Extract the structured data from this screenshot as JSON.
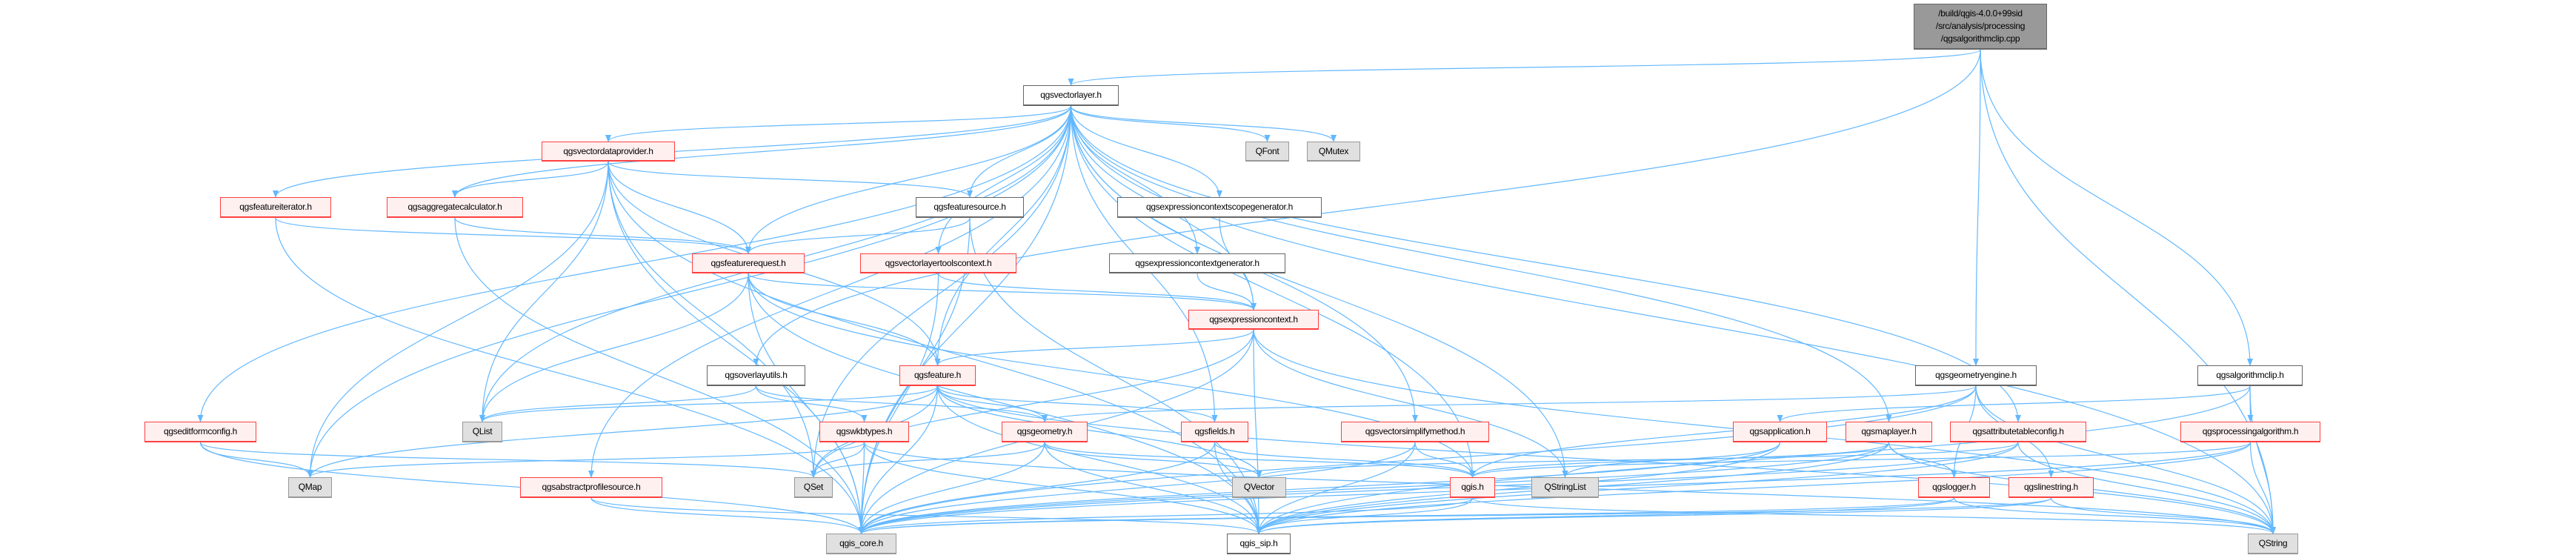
{
  "title": "/build/qgis-4.0.0+99sid/src/analysis/processing/qgsalgorithmclip.cpp",
  "colors": {
    "edge": "#63b8ff",
    "red_border": "#ff4040",
    "red_fill": "#fff0f0",
    "external_fill": "#e0e0e0",
    "root_fill": "#999999"
  },
  "nodes": [
    {
      "id": "root",
      "label": "/build/qgis-4.0.0+99sid\n/src/analysis/processing\n/qgsalgorithmclip.cpp",
      "kind": "root"
    },
    {
      "id": "qgsvectorlayer",
      "label": "qgsvectorlayer.h",
      "kind": "normal"
    },
    {
      "id": "qgsvectordataprovider",
      "label": "qgsvectordataprovider.h",
      "kind": "red"
    },
    {
      "id": "QFont",
      "label": "QFont",
      "kind": "ext"
    },
    {
      "id": "QMutex",
      "label": "QMutex",
      "kind": "ext"
    },
    {
      "id": "qgsfeatureiterator",
      "label": "qgsfeatureiterator.h",
      "kind": "red"
    },
    {
      "id": "qgsaggregatecalculator",
      "label": "qgsaggregatecalculator.h",
      "kind": "red"
    },
    {
      "id": "qgsfeaturesource",
      "label": "qgsfeaturesource.h",
      "kind": "normal"
    },
    {
      "id": "qgsexpressioncontextscopegenerator",
      "label": "qgsexpressioncontextscopegenerator.h",
      "kind": "normal"
    },
    {
      "id": "qgsfeaturerequest",
      "label": "qgsfeaturerequest.h",
      "kind": "red"
    },
    {
      "id": "qgsvectorlayertoolscontext",
      "label": "qgsvectorlayertoolscontext.h",
      "kind": "red"
    },
    {
      "id": "qgsexpressioncontextgenerator",
      "label": "qgsexpressioncontextgenerator.h",
      "kind": "normal"
    },
    {
      "id": "qgsexpressioncontext",
      "label": "qgsexpressioncontext.h",
      "kind": "red"
    },
    {
      "id": "qgsoverlayutils",
      "label": "qgsoverlayutils.h",
      "kind": "normal"
    },
    {
      "id": "qgsfeature",
      "label": "qgsfeature.h",
      "kind": "red"
    },
    {
      "id": "qgsgeometryengine",
      "label": "qgsgeometryengine.h",
      "kind": "normal"
    },
    {
      "id": "qgsalgorithmclip",
      "label": "qgsalgorithmclip.h",
      "kind": "normal"
    },
    {
      "id": "qgseditformconfig",
      "label": "qgseditformconfig.h",
      "kind": "red"
    },
    {
      "id": "QList",
      "label": "QList",
      "kind": "ext"
    },
    {
      "id": "qgswkbtypes",
      "label": "qgswkbtypes.h",
      "kind": "red"
    },
    {
      "id": "qgsgeometry",
      "label": "qgsgeometry.h",
      "kind": "red"
    },
    {
      "id": "qgsfields",
      "label": "qgsfields.h",
      "kind": "red"
    },
    {
      "id": "qgsvectorsimplifymethod",
      "label": "qgsvectorsimplifymethod.h",
      "kind": "red"
    },
    {
      "id": "qgsapplication",
      "label": "qgsapplication.h",
      "kind": "red"
    },
    {
      "id": "qgsmaplayer",
      "label": "qgsmaplayer.h",
      "kind": "red"
    },
    {
      "id": "qgsattributetableconfig",
      "label": "qgsattributetableconfig.h",
      "kind": "red"
    },
    {
      "id": "qgsprocessingalgorithm",
      "label": "qgsprocessingalgorithm.h",
      "kind": "red"
    },
    {
      "id": "QMap",
      "label": "QMap",
      "kind": "ext"
    },
    {
      "id": "qgsabstractprofilesource",
      "label": "qgsabstractprofilesource.h",
      "kind": "red"
    },
    {
      "id": "QSet",
      "label": "QSet",
      "kind": "ext"
    },
    {
      "id": "QVector",
      "label": "QVector",
      "kind": "ext"
    },
    {
      "id": "qgis",
      "label": "qgis.h",
      "kind": "red"
    },
    {
      "id": "QStringList",
      "label": "QStringList",
      "kind": "ext"
    },
    {
      "id": "qgslogger",
      "label": "qgslogger.h",
      "kind": "red"
    },
    {
      "id": "qgslinestring",
      "label": "qgslinestring.h",
      "kind": "red"
    },
    {
      "id": "qgis_core",
      "label": "qgis_core.h",
      "kind": "ext"
    },
    {
      "id": "qgis_sip",
      "label": "qgis_sip.h",
      "kind": "normal"
    },
    {
      "id": "QString",
      "label": "QString",
      "kind": "ext"
    }
  ],
  "edges": [
    [
      "root",
      "qgsvectorlayer"
    ],
    [
      "root",
      "qgsoverlayutils"
    ],
    [
      "root",
      "qgsgeometryengine"
    ],
    [
      "root",
      "qgsalgorithmclip"
    ],
    [
      "root",
      "QString"
    ],
    [
      "qgsvectorlayer",
      "qgsvectordataprovider"
    ],
    [
      "qgsvectorlayer",
      "QFont"
    ],
    [
      "qgsvectorlayer",
      "QMutex"
    ],
    [
      "qgsvectorlayer",
      "qgsfeatureiterator"
    ],
    [
      "qgsvectorlayer",
      "qgsaggregatecalculator"
    ],
    [
      "qgsvectorlayer",
      "qgsfeaturesource"
    ],
    [
      "qgsvectorlayer",
      "qgsexpressioncontextscopegenerator"
    ],
    [
      "qgsvectorlayer",
      "qgsfeaturerequest"
    ],
    [
      "qgsvectorlayer",
      "qgsvectorlayertoolscontext"
    ],
    [
      "qgsvectorlayer",
      "qgsexpressioncontextgenerator"
    ],
    [
      "qgsvectorlayer",
      "qgsexpressioncontext"
    ],
    [
      "qgsvectorlayer",
      "qgsfeature"
    ],
    [
      "qgsvectorlayer",
      "qgseditformconfig"
    ],
    [
      "qgsvectorlayer",
      "QList"
    ],
    [
      "qgsvectorlayer",
      "qgsfields"
    ],
    [
      "qgsvectorlayer",
      "qgsvectorsimplifymethod"
    ],
    [
      "qgsvectorlayer",
      "qgsmaplayer"
    ],
    [
      "qgsvectorlayer",
      "qgsattributetableconfig"
    ],
    [
      "qgsvectorlayer",
      "QMap"
    ],
    [
      "qgsvectorlayer",
      "qgsabstractprofilesource"
    ],
    [
      "qgsvectorlayer",
      "QSet"
    ],
    [
      "qgsvectorlayer",
      "qgis"
    ],
    [
      "qgsvectorlayer",
      "QStringList"
    ],
    [
      "qgsvectorlayer",
      "qgis_core"
    ],
    [
      "qgsvectorlayer",
      "QString"
    ],
    [
      "qgsvectordataprovider",
      "qgsaggregatecalculator"
    ],
    [
      "qgsvectordataprovider",
      "qgsfeaturesource"
    ],
    [
      "qgsvectordataprovider",
      "qgsfeaturerequest"
    ],
    [
      "qgsvectordataprovider",
      "qgsfeature"
    ],
    [
      "qgsvectordataprovider",
      "QList"
    ],
    [
      "qgsvectordataprovider",
      "QMap"
    ],
    [
      "qgsvectordataprovider",
      "QSet"
    ],
    [
      "qgsvectordataprovider",
      "qgis_core"
    ],
    [
      "qgsvectordataprovider",
      "qgis_sip"
    ],
    [
      "qgsfeatureiterator",
      "qgsfeaturerequest"
    ],
    [
      "qgsfeatureiterator",
      "qgis_core"
    ],
    [
      "qgsaggregatecalculator",
      "qgsfeaturerequest"
    ],
    [
      "qgsaggregatecalculator",
      "qgis_core"
    ],
    [
      "qgsfeaturesource",
      "qgsfeaturerequest"
    ],
    [
      "qgsfeaturesource",
      "qgis_core"
    ],
    [
      "qgsfeaturesource",
      "qgis_sip"
    ],
    [
      "qgsexpressioncontextscopegenerator",
      "qgsexpressioncontext"
    ],
    [
      "qgsexpressioncontextgenerator",
      "qgsexpressioncontext"
    ],
    [
      "qgsvectorlayertoolscontext",
      "qgsexpressioncontext"
    ],
    [
      "qgsvectorlayertoolscontext",
      "qgis_core"
    ],
    [
      "qgsfeaturerequest",
      "qgsfeature"
    ],
    [
      "qgsfeaturerequest",
      "qgsexpressioncontext"
    ],
    [
      "qgsfeaturerequest",
      "QList"
    ],
    [
      "qgsfeaturerequest",
      "qgis"
    ],
    [
      "qgsfeaturerequest",
      "qgis_core"
    ],
    [
      "qgsfeaturerequest",
      "qgis_sip"
    ],
    [
      "qgsexpressioncontext",
      "qgsfeature"
    ],
    [
      "qgsexpressioncontext",
      "QStringList"
    ],
    [
      "qgsexpressioncontext",
      "QSet"
    ],
    [
      "qgsexpressioncontext",
      "qgis_core"
    ],
    [
      "qgsexpressioncontext",
      "qgis_sip"
    ],
    [
      "qgsexpressioncontext",
      "QString"
    ],
    [
      "qgsoverlayutils",
      "QList"
    ],
    [
      "qgsoverlayutils",
      "qgswkbtypes"
    ],
    [
      "qgsoverlayutils",
      "qgsgeometry"
    ],
    [
      "qgsfeature",
      "qgsgeometry"
    ],
    [
      "qgsfeature",
      "qgsfields"
    ],
    [
      "qgsfeature",
      "QMap"
    ],
    [
      "qgsfeature",
      "QList"
    ],
    [
      "qgsfeature",
      "QSet"
    ],
    [
      "qgsfeature",
      "QVector"
    ],
    [
      "qgsfeature",
      "qgis_core"
    ],
    [
      "qgsfeature",
      "qgis_sip"
    ],
    [
      "qgsfeature",
      "QString"
    ],
    [
      "qgseditformconfig",
      "QMap"
    ],
    [
      "qgseditformconfig",
      "QSet"
    ],
    [
      "qgseditformconfig",
      "qgis_core"
    ],
    [
      "qgswkbtypes",
      "QMap"
    ],
    [
      "qgswkbtypes",
      "QSet"
    ],
    [
      "qgswkbtypes",
      "qgis_core"
    ],
    [
      "qgswkbtypes",
      "qgis_sip"
    ],
    [
      "qgswkbtypes",
      "QString"
    ],
    [
      "qgsgeometry",
      "QSet"
    ],
    [
      "qgsgeometry",
      "QVector"
    ],
    [
      "qgsgeometry",
      "qgis"
    ],
    [
      "qgsgeometry",
      "qgis_core"
    ],
    [
      "qgsgeometry",
      "qgis_sip"
    ],
    [
      "qgsfields",
      "qgis"
    ],
    [
      "qgsfields",
      "qgis_core"
    ],
    [
      "qgsfields",
      "qgis_sip"
    ],
    [
      "qgsvectorsimplifymethod",
      "qgis"
    ],
    [
      "qgsvectorsimplifymethod",
      "qgis_core"
    ],
    [
      "qgsvectorsimplifymethod",
      "qgis_sip"
    ],
    [
      "qgsabstractprofilesource",
      "qgis_core"
    ],
    [
      "qgsabstractprofilesource",
      "qgis_sip"
    ],
    [
      "qgis",
      "qgis_core"
    ],
    [
      "qgis",
      "qgis_sip"
    ],
    [
      "qgis",
      "QString"
    ],
    [
      "qgsgeometryengine",
      "qgsgeometry"
    ],
    [
      "qgsgeometryengine",
      "qgis"
    ],
    [
      "qgsgeometryengine",
      "qgslogger"
    ],
    [
      "qgsgeometryengine",
      "qgslinestring"
    ],
    [
      "qgsgeometryengine",
      "qgis_core"
    ],
    [
      "qgsgeometryengine",
      "QString"
    ],
    [
      "qgsalgorithmclip",
      "qgsprocessingalgorithm"
    ],
    [
      "qgsalgorithmclip",
      "qgsapplication"
    ],
    [
      "qgsalgorithmclip",
      "qgis_sip"
    ],
    [
      "qgsalgorithmclip",
      "QString"
    ],
    [
      "qgsapplication",
      "QStringList"
    ],
    [
      "qgsapplication",
      "qgis_core"
    ],
    [
      "qgsapplication",
      "qgis_sip"
    ],
    [
      "qgsmaplayer",
      "qgslogger"
    ],
    [
      "qgsmaplayer",
      "qgis"
    ],
    [
      "qgsmaplayer",
      "qgis_core"
    ],
    [
      "qgsmaplayer",
      "qgis_sip"
    ],
    [
      "qgsmaplayer",
      "QString"
    ],
    [
      "qgsattributetableconfig",
      "QVector"
    ],
    [
      "qgsattributetableconfig",
      "qgis_core"
    ],
    [
      "qgsattributetableconfig",
      "qgis_sip"
    ],
    [
      "qgsattributetableconfig",
      "QString"
    ],
    [
      "qgsprocessingalgorithm",
      "qgis"
    ],
    [
      "qgsprocessingalgorithm",
      "qgis_core"
    ],
    [
      "qgsprocessingalgorithm",
      "qgis_sip"
    ],
    [
      "qgsprocessingalgorithm",
      "QString"
    ],
    [
      "qgslogger",
      "qgis_core"
    ],
    [
      "qgslogger",
      "qgis_sip"
    ],
    [
      "qgslogger",
      "QString"
    ],
    [
      "qgslinestring",
      "qgis_core"
    ],
    [
      "qgslinestring",
      "qgis_sip"
    ],
    [
      "qgslinestring",
      "QString"
    ]
  ]
}
